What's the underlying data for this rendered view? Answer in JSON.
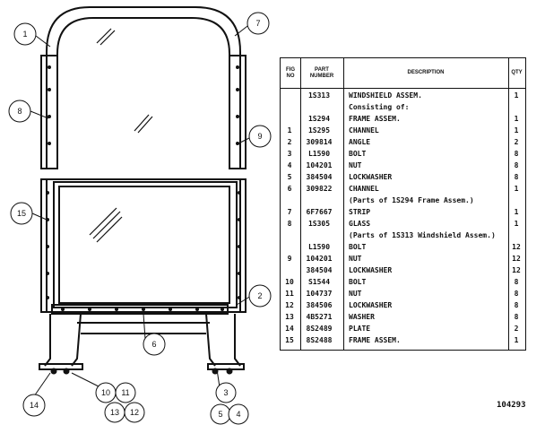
{
  "table": {
    "headers": {
      "fig": "FIG\nNO",
      "part": "PART\nNUMBER",
      "desc": "DESCRIPTION",
      "qty": "QTY"
    },
    "rows": [
      {
        "fig": "",
        "part": "1S313",
        "desc": "WINDSHIELD ASSEM.",
        "qty": "1"
      },
      {
        "fig": "",
        "part": "",
        "desc": "Consisting of:",
        "qty": ""
      },
      {
        "fig": "",
        "part": "1S294",
        "desc": "FRAME ASSEM.",
        "qty": "1"
      },
      {
        "fig": "1",
        "part": "1S295",
        "desc": "CHANNEL",
        "qty": "1"
      },
      {
        "fig": "2",
        "part": "309814",
        "desc": "ANGLE",
        "qty": "2"
      },
      {
        "fig": "3",
        "part": "L1590",
        "desc": "BOLT",
        "qty": "8"
      },
      {
        "fig": "4",
        "part": "104201",
        "desc": "NUT",
        "qty": "8"
      },
      {
        "fig": "5",
        "part": "384504",
        "desc": "LOCKWASHER",
        "qty": "8"
      },
      {
        "fig": "6",
        "part": "309822",
        "desc": "CHANNEL",
        "qty": "1"
      },
      {
        "fig": "",
        "part": "",
        "desc": "(Parts of 1S294 Frame Assem.)",
        "qty": ""
      },
      {
        "fig": "7",
        "part": "6F7667",
        "desc": "STRIP",
        "qty": "1"
      },
      {
        "fig": "8",
        "part": "1S305",
        "desc": "GLASS",
        "qty": "1"
      },
      {
        "fig": "",
        "part": "",
        "desc": "(Parts of 1S313 Windshield Assem.)",
        "qty": ""
      },
      {
        "fig": "",
        "part": "L1590",
        "desc": "BOLT",
        "qty": "12"
      },
      {
        "fig": "9",
        "part": "104201",
        "desc": "NUT",
        "qty": "12"
      },
      {
        "fig": "",
        "part": "384504",
        "desc": "LOCKWASHER",
        "qty": "12"
      },
      {
        "fig": "10",
        "part": "S1544",
        "desc": "BOLT",
        "qty": "8"
      },
      {
        "fig": "11",
        "part": "104737",
        "desc": "NUT",
        "qty": "8"
      },
      {
        "fig": "12",
        "part": "384506",
        "desc": "LOCKWASHER",
        "qty": "8"
      },
      {
        "fig": "13",
        "part": "4B5271",
        "desc": "WASHER",
        "qty": "8"
      },
      {
        "fig": "14",
        "part": "8S2489",
        "desc": "PLATE",
        "qty": "2"
      },
      {
        "fig": "15",
        "part": "8S2488",
        "desc": "FRAME ASSEM.",
        "qty": "1"
      }
    ]
  },
  "callouts": [
    "1",
    "7",
    "8",
    "9",
    "15",
    "2",
    "6",
    "14",
    "10",
    "11",
    "13",
    "12",
    "3",
    "5",
    "4"
  ],
  "doc_number": "104293"
}
